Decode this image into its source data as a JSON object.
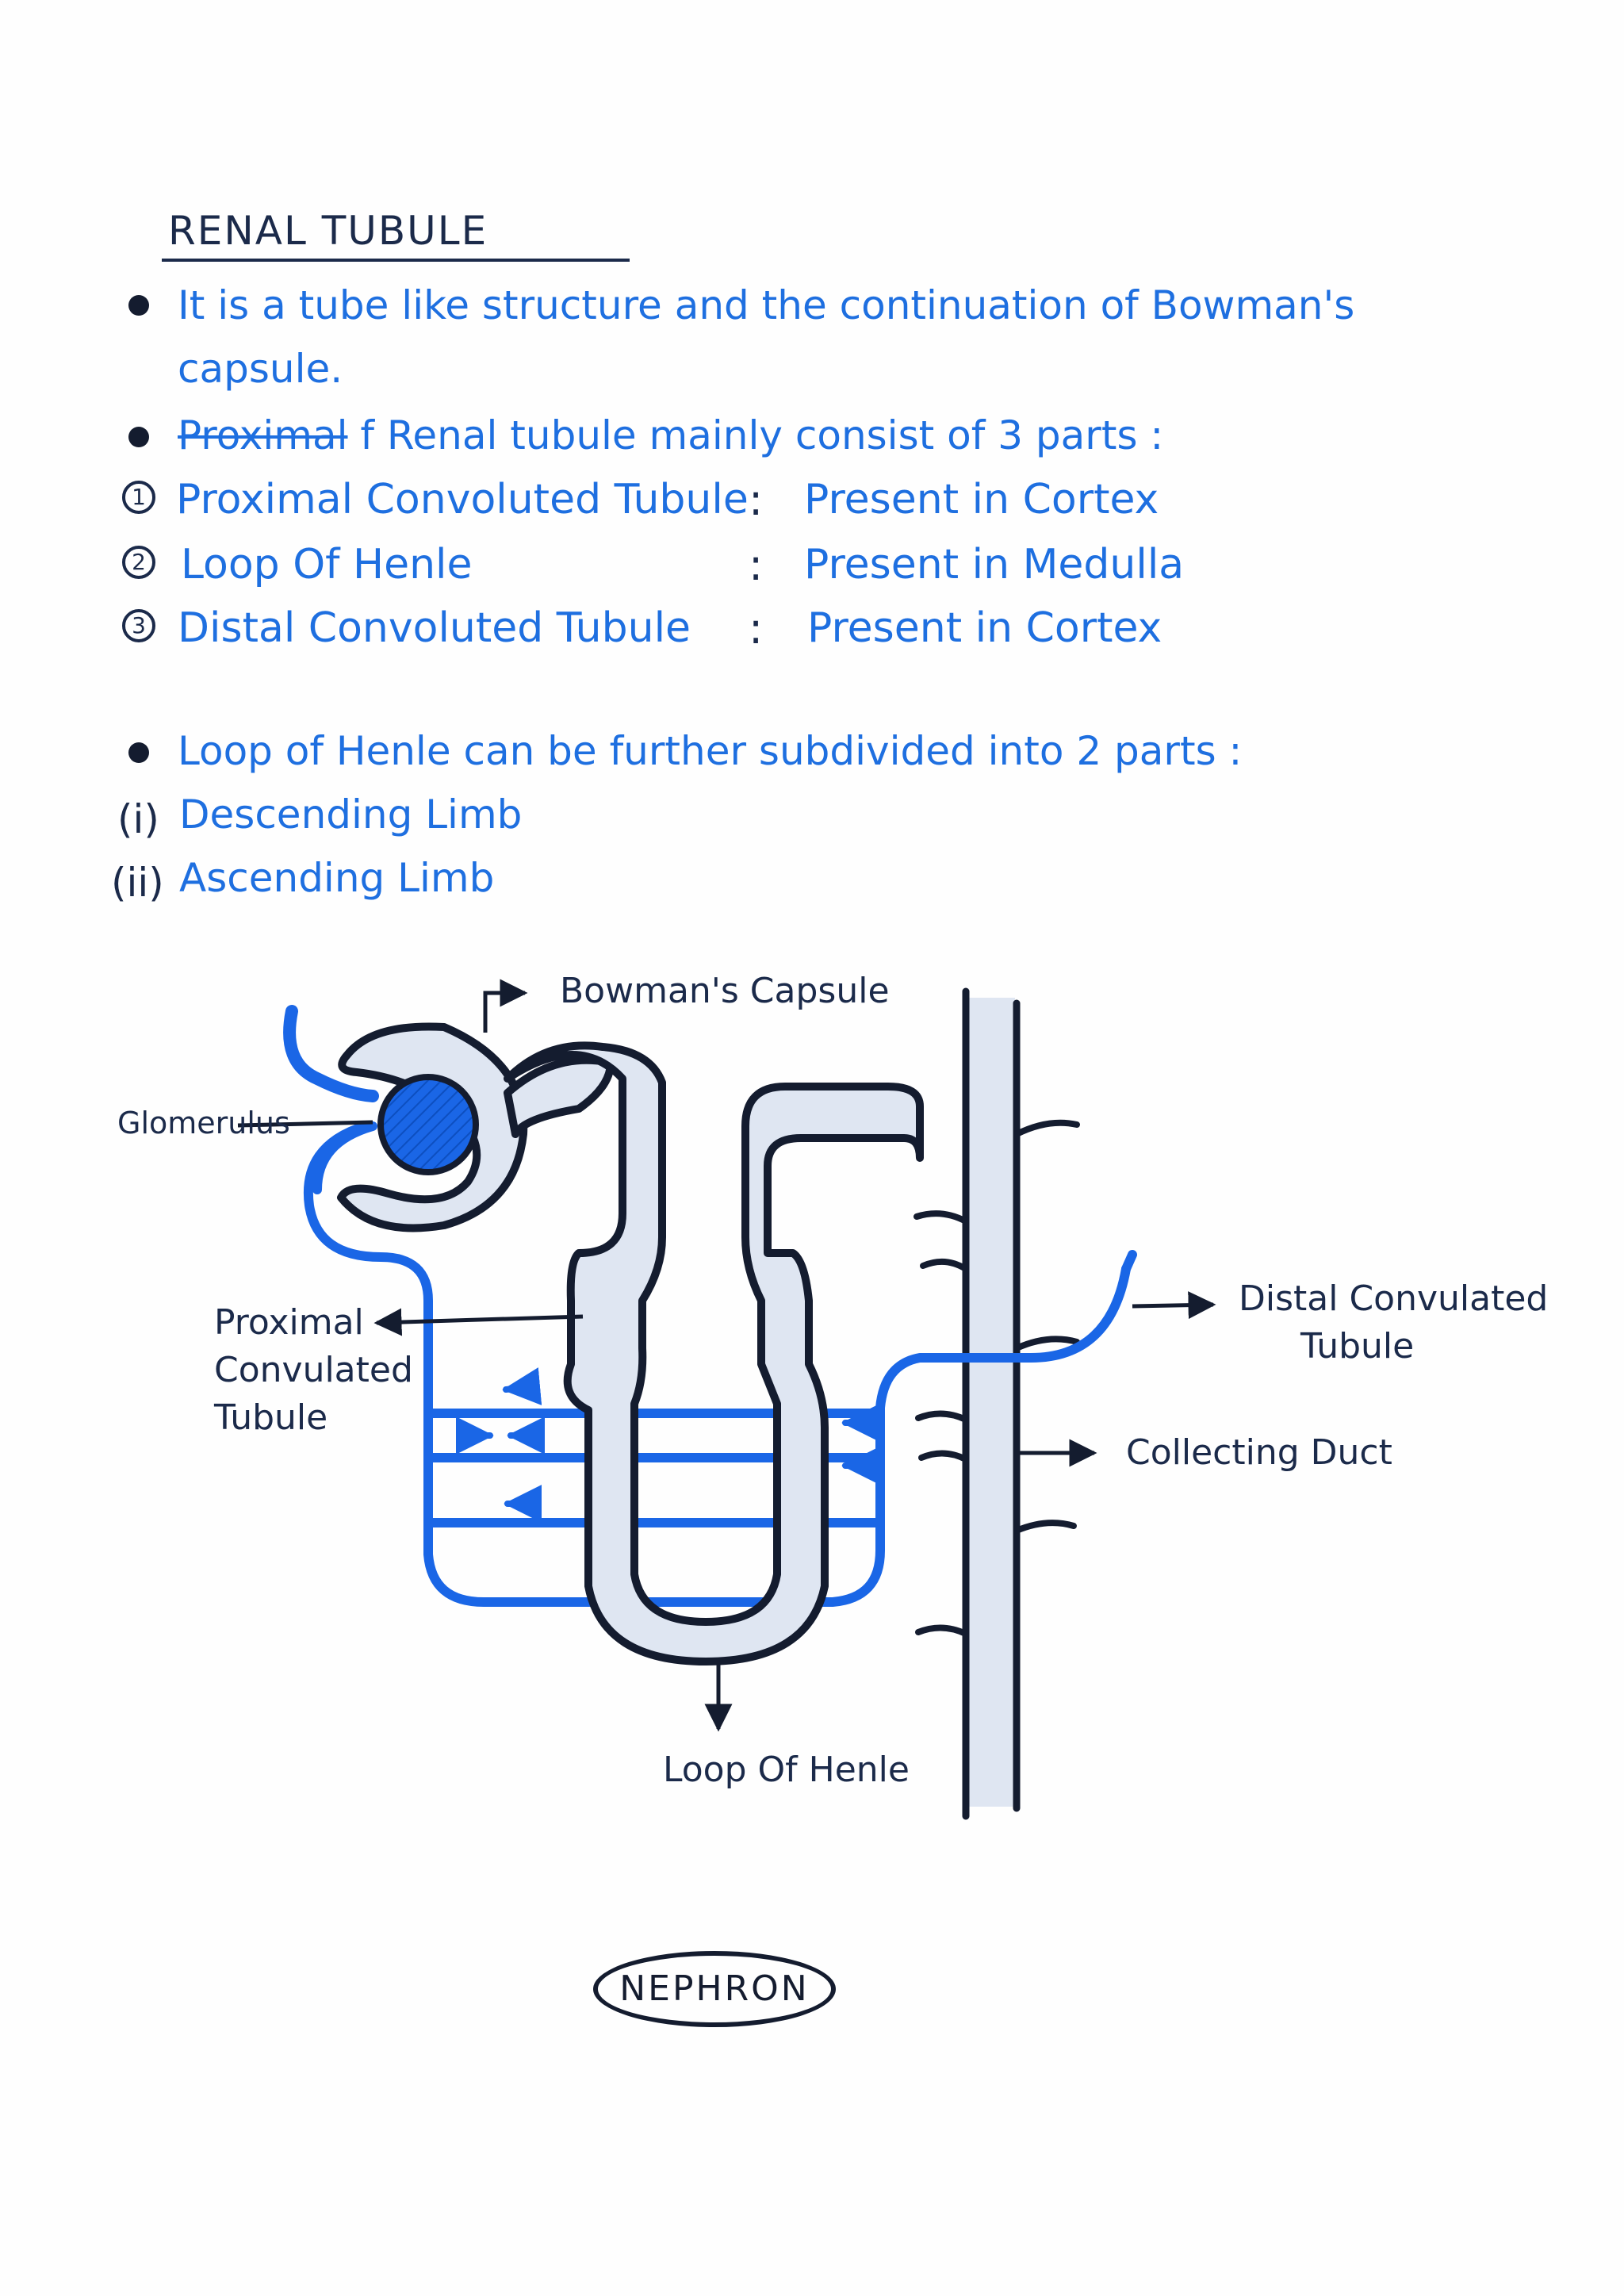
{
  "heading": "RENAL TUBULE",
  "bullets": {
    "b1_line1": "It is a tube like structure and the continuation of Bowman's",
    "b1_line2": "capsule.",
    "b2_struck": "Proximal",
    "b2_rest": "f Renal tubule mainly consist of 3 parts :",
    "b3": "Loop of Henle can be further subdivided into 2 parts :"
  },
  "parts": [
    {
      "num": "1",
      "name": "Proximal Convoluted Tubule",
      "sep": ":",
      "location": "Present in Cortex"
    },
    {
      "num": "2",
      "name": "Loop Of Henle",
      "sep": ":",
      "location": "Present in Medulla"
    },
    {
      "num": "3",
      "name": "Distal Convoluted Tubule",
      "sep": ":",
      "location": "Present in Cortex"
    }
  ],
  "subparts": [
    {
      "num": "(i)",
      "name": "Descending Limb"
    },
    {
      "num": "(ii)",
      "name": "Ascending Limb"
    }
  ],
  "diagram": {
    "labels": {
      "bowmans_capsule": "Bowman's Capsule",
      "glomerulus": "Glomerulus",
      "pct_1": "Proximal",
      "pct_2": "Convulated",
      "pct_3": "Tubule",
      "dct_1": "Distal Convulated",
      "dct_2": "Tubule",
      "collecting_duct": "Collecting Duct",
      "loop_of_henle": "Loop Of Henle"
    },
    "title": "NEPHRON"
  },
  "colors": {
    "blue_ink": "#1e6fe0",
    "dark_ink": "#1b2a4a",
    "tubule_fill": "#dfe6f2",
    "vessel_blue": "#1a66e6"
  }
}
